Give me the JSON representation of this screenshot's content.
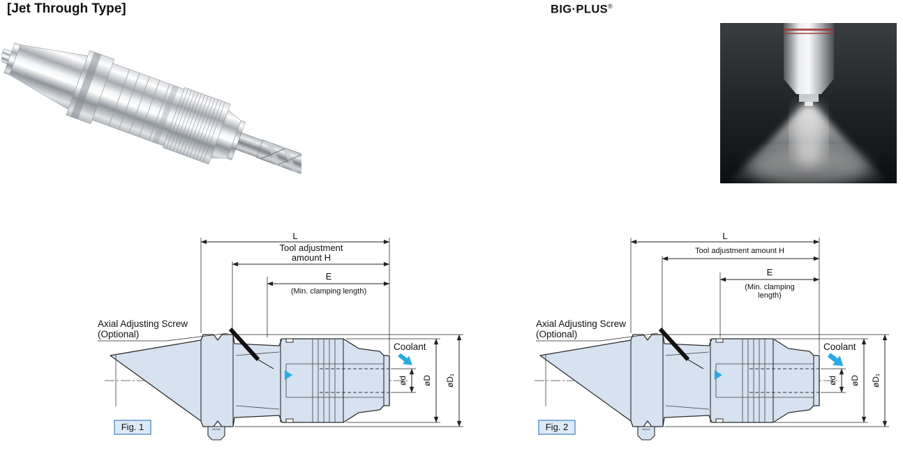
{
  "page": {
    "heading": "[Jet Through Type]",
    "brand": "BIG·PLUS",
    "brand_mark": "®"
  },
  "colors": {
    "diagram_fill": "#d6e2f0",
    "accent_blue": "#29abe2",
    "fig_box_border": "#4a86c8",
    "fig_box_fill": "#dceaf8"
  },
  "photos": {
    "holder": "milling-chuck-product-photo",
    "spray": "coolant-jet-spray-photo"
  },
  "figures": [
    {
      "caption": "Fig. 1",
      "labels": {
        "L": "L",
        "tool_adjustment_line1": "Tool adjustment",
        "tool_adjustment_line2": "amount H",
        "E": "E",
        "min_clamping": "(Min. clamping length)",
        "axial_screw_line1": "Axial Adjusting Screw",
        "axial_screw_line2": "(Optional)",
        "coolant": "Coolant",
        "dia_d": "ød",
        "dia_D": "øD",
        "dia_D1": "øD₁"
      }
    },
    {
      "caption": "Fig. 2",
      "labels": {
        "L": "L",
        "tool_adjustment": "Tool adjustment amount H",
        "E": "E",
        "min_clamping_line1": "(Min. clamping",
        "min_clamping_line2": "length)",
        "axial_screw_line1": "Axial Adjusting Screw",
        "axial_screw_line2": "(Optional)",
        "coolant": "Coolant",
        "dia_d": "ød",
        "dia_D": "øD",
        "dia_D1": "øD₁"
      }
    }
  ]
}
